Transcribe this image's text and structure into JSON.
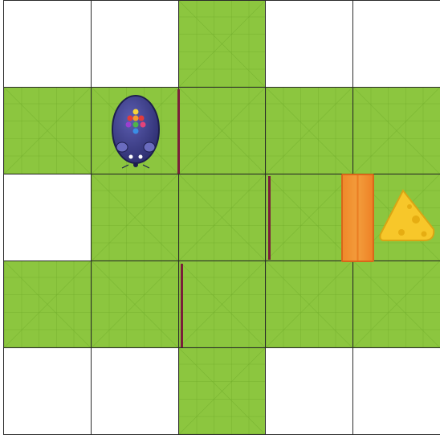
{
  "board": {
    "rows": 5,
    "cols": 5,
    "green_cells": [
      [
        0,
        2
      ],
      [
        1,
        0
      ],
      [
        1,
        1
      ],
      [
        1,
        2
      ],
      [
        1,
        3
      ],
      [
        1,
        4
      ],
      [
        2,
        1
      ],
      [
        2,
        2
      ],
      [
        2,
        3
      ],
      [
        2,
        4
      ],
      [
        3,
        0
      ],
      [
        3,
        1
      ],
      [
        3,
        2
      ],
      [
        3,
        3
      ],
      [
        3,
        4
      ],
      [
        4,
        2
      ]
    ],
    "colors": {
      "green": "#8cc63f",
      "white": "#ffffff",
      "wall": "#7a1f3a",
      "barrier": "#f08a2a",
      "mouse": "#3d3f8f",
      "cheese": "#f7c72a"
    },
    "walls": [
      {
        "between": [
          [
            1,
            1
          ],
          [
            1,
            2
          ]
        ]
      },
      {
        "between": [
          [
            2,
            2
          ],
          [
            2,
            3
          ]
        ]
      },
      {
        "between": [
          [
            3,
            1
          ],
          [
            3,
            2
          ]
        ]
      }
    ],
    "barriers": [
      {
        "between": [
          [
            2,
            3
          ],
          [
            2,
            4
          ]
        ]
      }
    ]
  },
  "pieces": {
    "mouse": {
      "icon": "robot-mouse-icon",
      "cell": [
        1,
        1
      ],
      "facing": "down"
    },
    "cheese": {
      "icon": "cheese-icon",
      "cell": [
        2,
        4
      ]
    }
  }
}
